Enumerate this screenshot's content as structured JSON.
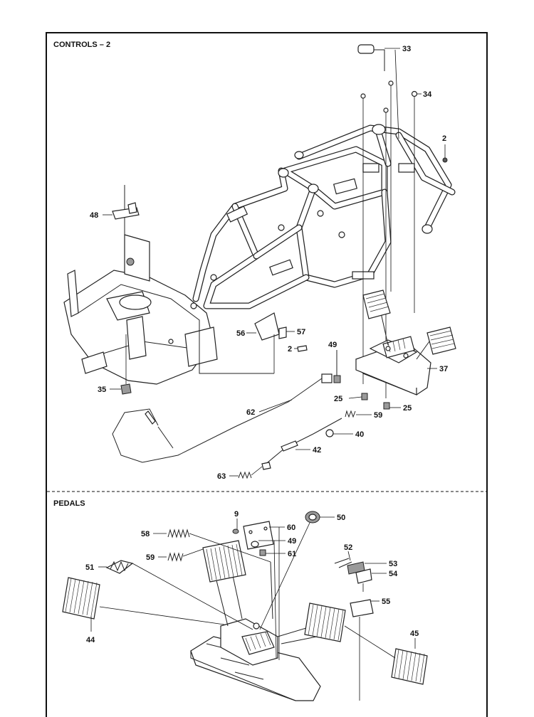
{
  "sections": {
    "controls_title": "CONTROLS – 2",
    "pedals_title": "PEDALS"
  },
  "callouts": {
    "c33": "33",
    "c34": "34",
    "c2a": "2",
    "c48": "48",
    "c56": "56",
    "c57": "57",
    "c2b": "2",
    "c49a": "49",
    "c37": "37",
    "c25a": "25",
    "c25b": "25",
    "c35": "35",
    "c59a": "59",
    "c62": "62",
    "c40": "40",
    "c42": "42",
    "c63": "63",
    "c9": "9",
    "c50": "50",
    "c58": "58",
    "c60": "60",
    "c49b": "49",
    "c61": "61",
    "c59b": "59",
    "c52": "52",
    "c51": "51",
    "c53": "53",
    "c54": "54",
    "c55": "55",
    "c44": "44",
    "c45": "45"
  },
  "colors": {
    "line": "#111111",
    "background": "#ffffff",
    "hatch": "#333333"
  }
}
